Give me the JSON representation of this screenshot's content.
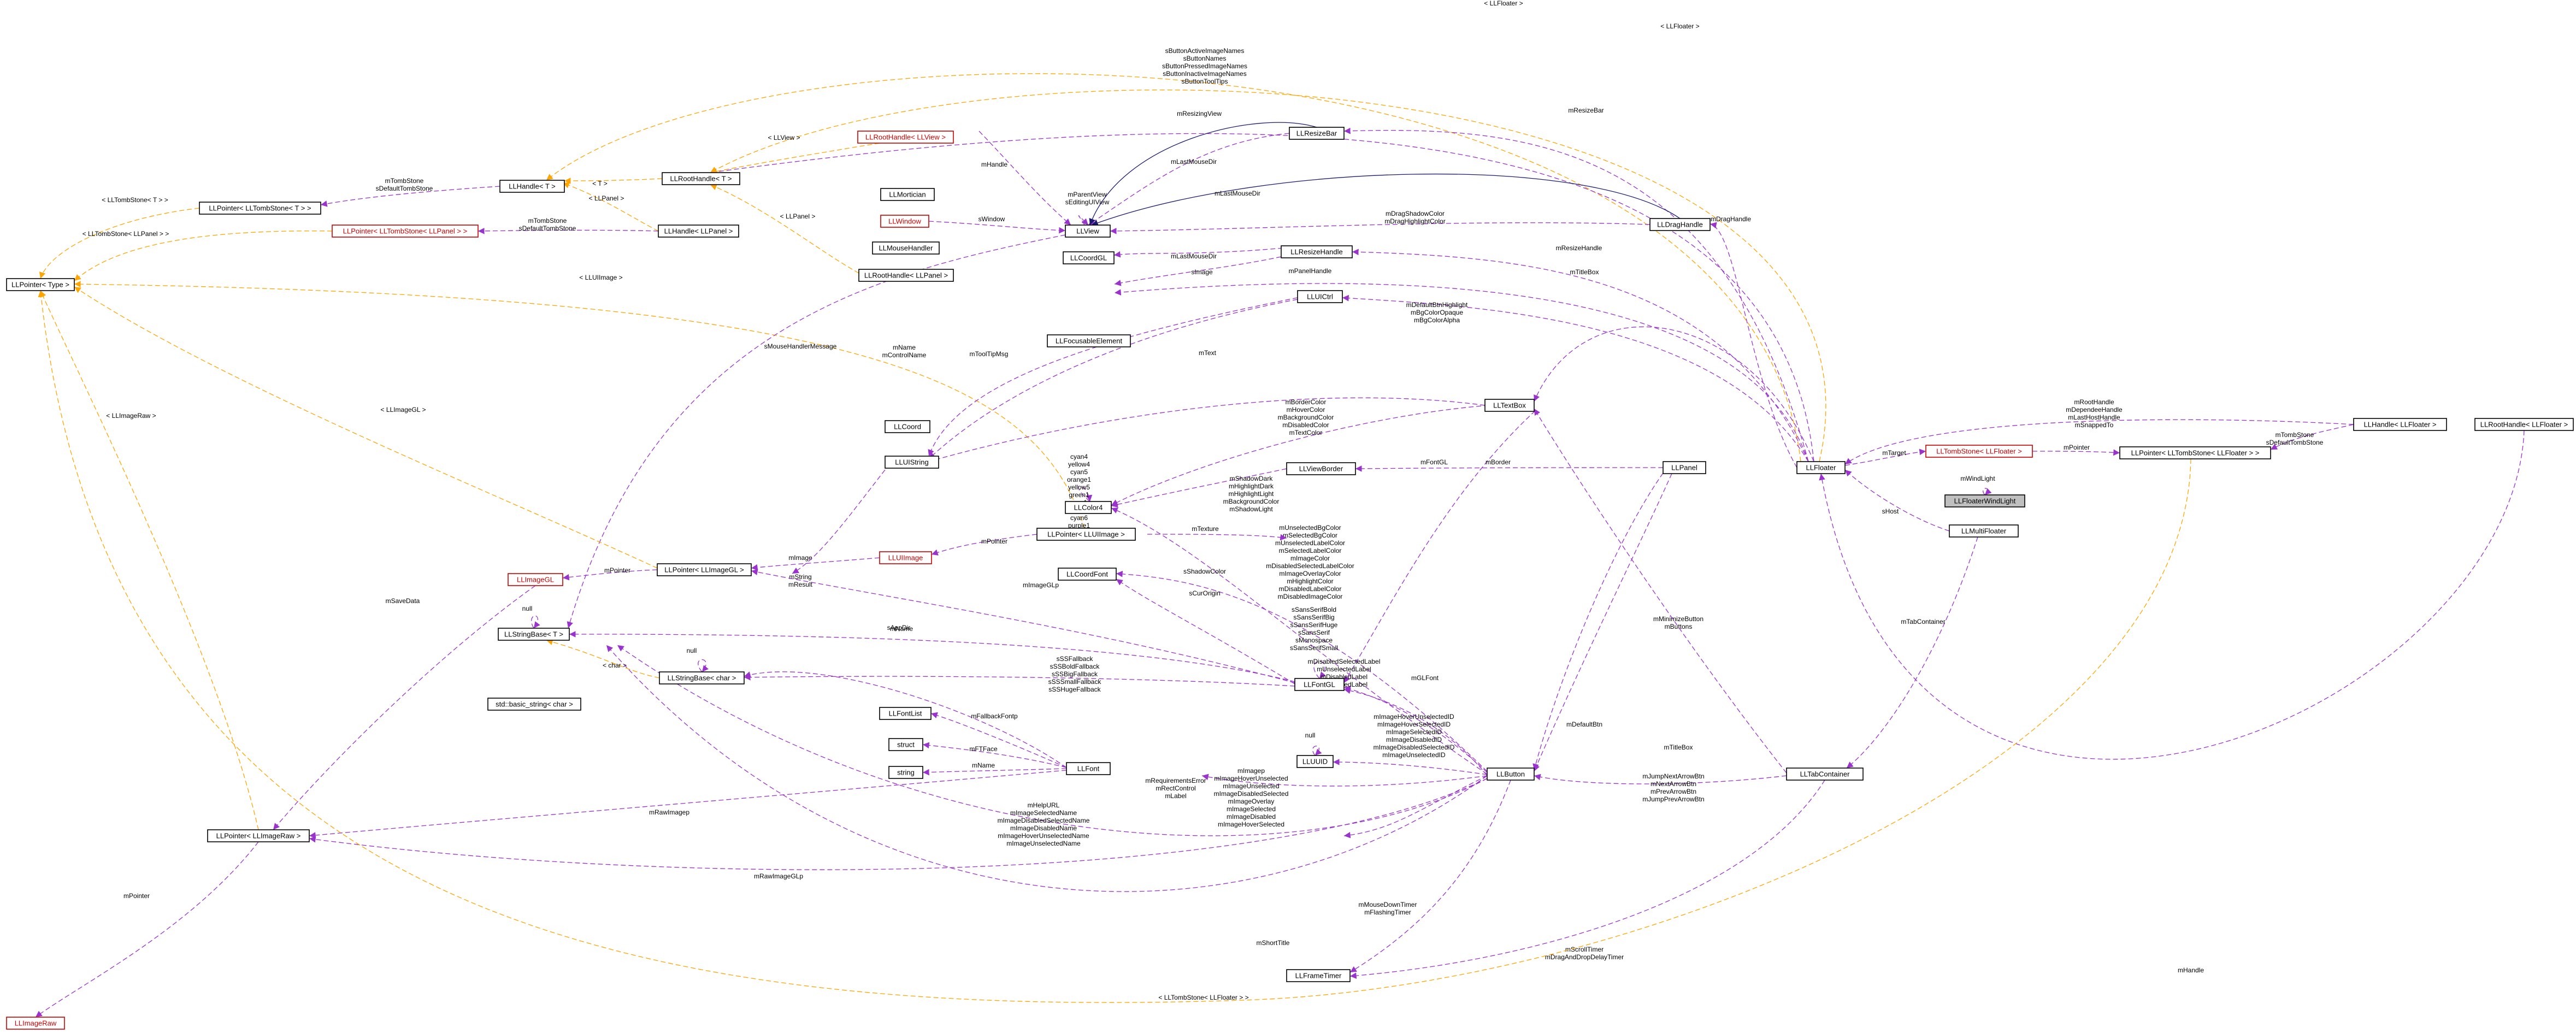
{
  "nodes": {
    "llpointer_type": "LLPointer< Type >",
    "llpointer_tombstone_t": "LLPointer< LLTombStone< T > >",
    "llhandle_t": "LLHandle< T >",
    "llroothandle_t": "LLRootHandle< T >",
    "llroothandle_llview": "LLRootHandle< LLView >",
    "llmortician": "LLMortician",
    "llwindow": "LLWindow",
    "llmousehandler": "LLMouseHandler",
    "llview": "LLView",
    "llpointer_tombstone_llpanel": "LLPointer< LLTombStone< LLPanel > >",
    "llhandle_llpanel": "LLHandle< LLPanel >",
    "llroothandle_llpanel": "LLRootHandle< LLPanel >",
    "llresizebar": "LLResizeBar",
    "llcoordgl": "LLCoordGL",
    "llresizehandle": "LLResizeHandle",
    "lldraghandle": "LLDragHandle",
    "llfocusableelement": "LLFocusableElement",
    "lluictrl": "LLUICtrl",
    "lltextbox": "LLTextBox",
    "llcoord": "LLCoord",
    "llcolor4": "LLColor4",
    "lluistring": "LLUIString",
    "llviewborder": "LLViewBorder",
    "llpanel": "LLPanel",
    "llfloater": "LLFloater",
    "llfloaterwindlight": "LLFloaterWindLight",
    "llmultifloater": "LLMultiFloater",
    "lltombstone_llfloater": "LLTombStone< LLFloater >",
    "llpointer_tombstone_llfloater": "LLPointer< LLTombStone< LLFloater > >",
    "llhandle_llfloater": "LLHandle< LLFloater >",
    "llroothandle_llfloater": "LLRootHandle< LLFloater >",
    "llimagegl": "LLImageGL",
    "llpointer_llimagegl": "LLPointer< LLImageGL >",
    "lluiimage": "LLUIImage",
    "llpointer_lluiimage": "LLPointer< LLUIImage >",
    "llcoordfont": "LLCoordFont",
    "llstringbase_t": "LLStringBase< T >",
    "llstringbase_char": "LLStringBase< char >",
    "std_basic_string_char": "std::basic_string< char >",
    "llfontgl": "LLFontGL",
    "llfontlist": "LLFontList",
    "struct": "struct",
    "string": "string",
    "llfont": "LLFont",
    "lluuid": "LLUUID",
    "llbutton": "LLButton",
    "lltabcontainer": "LLTabContainer",
    "llpointer_llimageraw": "LLPointer< LLImageRaw >",
    "llframetimer": "LLFrameTimer",
    "llimageraw": "LLImageRaw"
  },
  "edges": {
    "e01": [
      "< LLFloater >"
    ],
    "e02": [
      "< LLFloater >"
    ],
    "e03": [
      "sButtonActiveImageNames",
      "sButtonNames",
      "sButtonPressedImageNames",
      "sButtonInactiveImageNames",
      "sButtonToolTips"
    ],
    "e04": [
      "< LLView >"
    ],
    "e05": [
      "mResizingView"
    ],
    "e06": [
      "mResizeBar"
    ],
    "e07": [
      "mTombStone",
      "sDefaultTombStone"
    ],
    "e08": [
      "< LLTombStone< T > >"
    ],
    "e09": [
      "< T >"
    ],
    "e10": [
      "mHandle"
    ],
    "e11": [
      "mParentView",
      "sEditingUIView"
    ],
    "e12": [
      "mLastMouseDir"
    ],
    "e13": [
      "mLastMouseDir"
    ],
    "e14": [
      "sWindow"
    ],
    "e15": [
      "< LLPanel >"
    ],
    "e16": [
      "< LLPanel >"
    ],
    "e17": [
      "mDragShadowColor",
      "mDragHighlightColor"
    ],
    "e18": [
      "mDragHandle"
    ],
    "e19": [
      "mTombStone",
      "sDefaultTombStone"
    ],
    "e20": [
      "< LLTombStone< LLPanel > >"
    ],
    "e21": [
      "mLastMouseDir"
    ],
    "e22": [
      "mResizeHandle"
    ],
    "e23": [
      "sImage"
    ],
    "e24": [
      "mPanelHandle"
    ],
    "e25": [
      "mTitleBox"
    ],
    "e26": [
      "< LLUIImage >"
    ],
    "e27": [
      "mDefaultBtnHighlight",
      "mBgColorOpaque",
      "mBgColorAlpha"
    ],
    "e28": [
      "sMouseHandlerMessage"
    ],
    "e29": [
      "mName",
      "mControlName"
    ],
    "e30": [
      "mToolTipMsg"
    ],
    "e31": [
      "mText"
    ],
    "e32": [
      "< LLImageGL >"
    ],
    "e33": [
      "cyan4",
      "yellow4",
      "cyan5",
      "orange1",
      "yellow5",
      "green1",
      "grey1",
      "cyan",
      "cyan6",
      "purple1"
    ],
    "e34": [
      "mBorderColor",
      "mHoverColor",
      "mBackgroundColor",
      "mDisabledColor",
      "mTextColor"
    ],
    "e35": [
      "mRootHandle",
      "mDependeeHandle",
      "mLastHostHandle",
      "mSnappedTo"
    ],
    "e36": [
      "mTarget"
    ],
    "e37": [
      "mPointer"
    ],
    "e38": [
      "mTombStone",
      "sDefaultTombStone"
    ],
    "e39": [
      "mWindLight"
    ],
    "e40": [
      "< LLImageRaw >"
    ],
    "e41": [
      "mShadowDark",
      "mHighlightDark",
      "mHighlightLight",
      "mBackgroundColor",
      "mShadowLight"
    ],
    "e42": [
      "mFontGL"
    ],
    "e43": [
      "mBorder"
    ],
    "e44": [
      "sHost"
    ],
    "e45": [
      "mUnselectedBgColor",
      "mSelectedBgColor",
      "mUnselectedLabelColor",
      "mSelectedLabelColor",
      "mImageColor",
      "mDisabledSelectedLabelColor",
      "mImageOverlayColor",
      "mHighlightColor",
      "mDisabledLabelColor",
      "mDisabledImageColor"
    ],
    "e46": [
      "mTexture"
    ],
    "e47": [
      "mPointer"
    ],
    "e48": [
      "mImage"
    ],
    "e49": [
      "mPointer"
    ],
    "e50": [
      "mString",
      "mResult"
    ],
    "e51": [
      "mSaveData"
    ],
    "e52": [
      "null"
    ],
    "e53": [
      "sShadowColor"
    ],
    "e54": [
      "sCurOrigin"
    ],
    "e55": [
      "mImageGLp"
    ],
    "e56": [
      "mName"
    ],
    "e57": [
      "sAppDir"
    ],
    "e58": [
      "sSansSerifBold",
      "sSansSerifBig",
      "sSansSerifHuge",
      "sSansSerif",
      "sMonospace",
      "sSansSerifSmall"
    ],
    "e59": [
      "mMinimizeButton",
      "mButtons"
    ],
    "e60": [
      "mTabContainer"
    ],
    "e61": [
      "< char >"
    ],
    "e62": [
      "null"
    ],
    "e63": [
      "sSSFallback",
      "sSSBoldFallback",
      "sSSBigFallback",
      "sSSSmallFallback",
      "sSSHugeFallback"
    ],
    "e64": [
      "mDisabledSelectedLabel",
      "mUnselectedLabel",
      "mDisabledLabel",
      "mSelectedLabel"
    ],
    "e65": [
      "mGLFont"
    ],
    "e66": [
      "mDefaultBtn"
    ],
    "e67": [
      "mFallbackFontp"
    ],
    "e68": [
      "mImageHoverUnselectedID",
      "mImageHoverSelectedID",
      "mImageSelectedID",
      "mImageDisabledID",
      "mImageDisabledSelectedID",
      "mImageUnselectedID"
    ],
    "e69": [
      "null"
    ],
    "e70": [
      "mTitleBox"
    ],
    "e71": [
      "mFTFace"
    ],
    "e72": [
      "mName"
    ],
    "e73": [
      "mRequirementsError",
      "mRectControl",
      "mLabel"
    ],
    "e74": [
      "mImagep",
      "mImageHoverUnselected",
      "mImageUnselected",
      "mImageDisabledSelected",
      "mImageOverlay",
      "mImageSelected",
      "mImageDisabled",
      "mImageHoverSelected"
    ],
    "e75": [
      "mJumpNextArrowBtn",
      "mNextArrowBtn",
      "mPrevArrowBtn",
      "mJumpPrevArrowBtn"
    ],
    "e76": [
      "mHelpURL",
      "mImageSelectedName",
      "mImageDisabledSelectedName",
      "mImageDisabledName",
      "mImageHoverUnselectedName",
      "mImageUnselectedName"
    ],
    "e77": [
      "mRawImagep"
    ],
    "e78": [
      "mRawImageGLp"
    ],
    "e79": [
      "mMouseDownTimer",
      "mFlashingTimer"
    ],
    "e80": [
      "mShortTitle"
    ],
    "e81": [
      "mScrollTimer",
      "mDragAndDropDelayTimer"
    ],
    "e82": [
      "mHandle"
    ],
    "e83": [
      "mPointer"
    ],
    "e84": [
      "< LLTombStone< LLFloater > >"
    ]
  }
}
